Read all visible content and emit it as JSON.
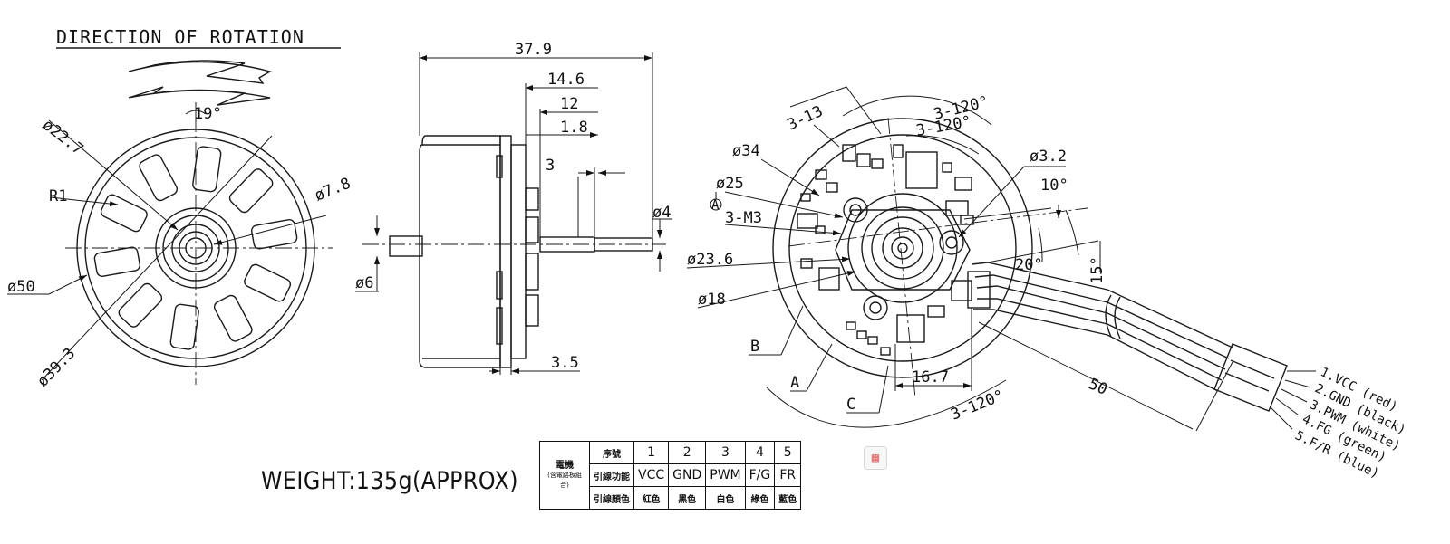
{
  "title": "DIRECTION OF ROTATION",
  "weight": "WEIGHT:135g(APPROX)",
  "front_view": {
    "dims": {
      "d22_7": "ø22.7",
      "angle_19": "19°",
      "r1": "R1",
      "d7_8": "ø7.8",
      "d50": "ø50",
      "d39_3": "ø39.3"
    }
  },
  "side_view": {
    "dims": {
      "len_37_9": "37.9",
      "len_14_6": "14.6",
      "len_12": "12",
      "len_1_8": "1.8",
      "len_3": "3",
      "d4": "ø4",
      "d6": "ø6",
      "len_3_5": "3.5"
    }
  },
  "rear_view": {
    "dims": {
      "holes_3_13": "3-13",
      "ang_3_120_a": "3-120°",
      "ang_3_120_b": "3-120°",
      "d34": "ø34",
      "d3_2": "ø3.2",
      "d25": "ø25",
      "ang_10": "10°",
      "datum_a": "A",
      "m3": "3-M3",
      "d23_6": "ø23.6",
      "ang_20": "20°",
      "ang_15": "15°",
      "d18": "ø18",
      "lbl_b": "B",
      "lbl_a": "A",
      "lbl_c": "C",
      "len_16_7": "16.7",
      "ang_3_120_c": "3-120°",
      "len_50": "50"
    }
  },
  "wires": [
    "1.VCC (red)",
    "2.GND (black)",
    "3.PWM (white)",
    "4.FG (green)",
    "5.F/R (blue)"
  ],
  "wire_table": {
    "corner_title": "電機",
    "corner_sub": "(含電路板組合)",
    "row_headers": [
      "序號",
      "引線功能",
      "引線顏色"
    ],
    "numbers": [
      "1",
      "2",
      "3",
      "4",
      "5"
    ],
    "functions": [
      "VCC",
      "GND",
      "PWM",
      "F/G",
      "FR"
    ],
    "colors": [
      "紅色",
      "黑色",
      "白色",
      "綠色",
      "藍色"
    ]
  },
  "icons": {
    "table_icon": "table-icon",
    "datum_a_icon": "datum-symbol-icon"
  }
}
